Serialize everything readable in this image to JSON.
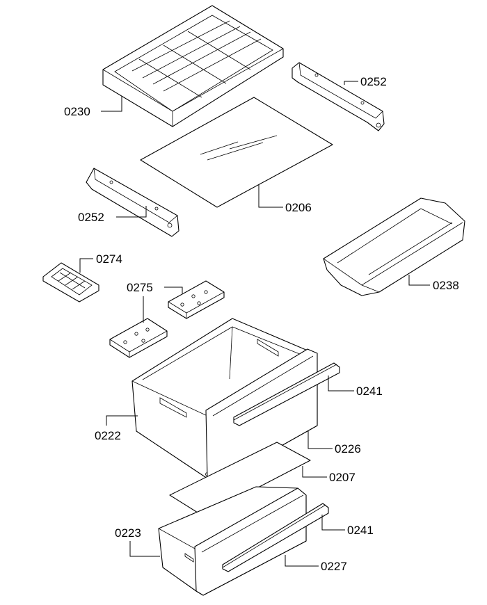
{
  "labels": {
    "l0230": "0230",
    "l0252a": "0252",
    "l0252b": "0252",
    "l0206": "0206",
    "l0274": "0274",
    "l0238": "0238",
    "l0275": "0275",
    "l0241a": "0241",
    "l0222": "0222",
    "l0226": "0226",
    "l0207": "0207",
    "l0241b": "0241",
    "l0223": "0223",
    "l0227": "0227"
  },
  "colors": {
    "line": "#000000",
    "background": "#ffffff"
  }
}
